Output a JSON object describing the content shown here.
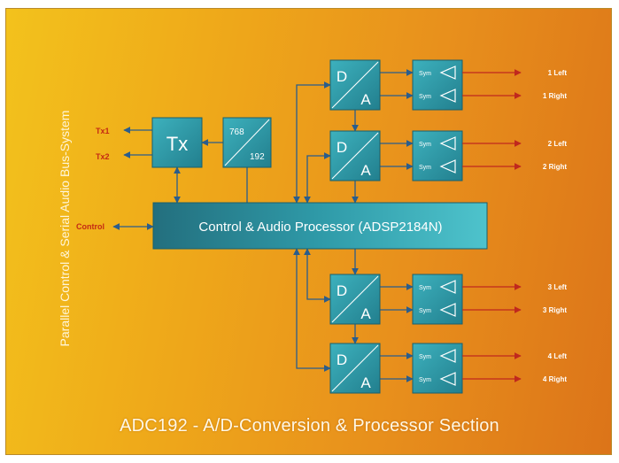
{
  "title": "ADC192 - A/D-Conversion & Processor Section",
  "side_label": "Parallel Control & Serial Audio Bus-System",
  "processor": {
    "label": "Control & Audio Processor (ADSP2184N)"
  },
  "tx": {
    "label": "Tx",
    "outputs": [
      "Tx1",
      "Tx2"
    ]
  },
  "sample_rate_converter": {
    "top": "768",
    "bottom": "192"
  },
  "control_label": "Control",
  "dac": {
    "d": "D",
    "a": "A"
  },
  "buffer_label": "Sym",
  "channels": [
    {
      "left": "1 Left",
      "right": "1 Right"
    },
    {
      "left": "2 Left",
      "right": "2 Right"
    },
    {
      "left": "3 Left",
      "right": "3 Right"
    },
    {
      "left": "4 Left",
      "right": "4 Right"
    }
  ],
  "colors": {
    "block": "#2e9aa8",
    "block_dark": "#1f7684",
    "wire_blue": "#2a5d8c",
    "wire_red": "#c0281e",
    "label_red": "#c42a14",
    "label_white": "#ffffff"
  }
}
